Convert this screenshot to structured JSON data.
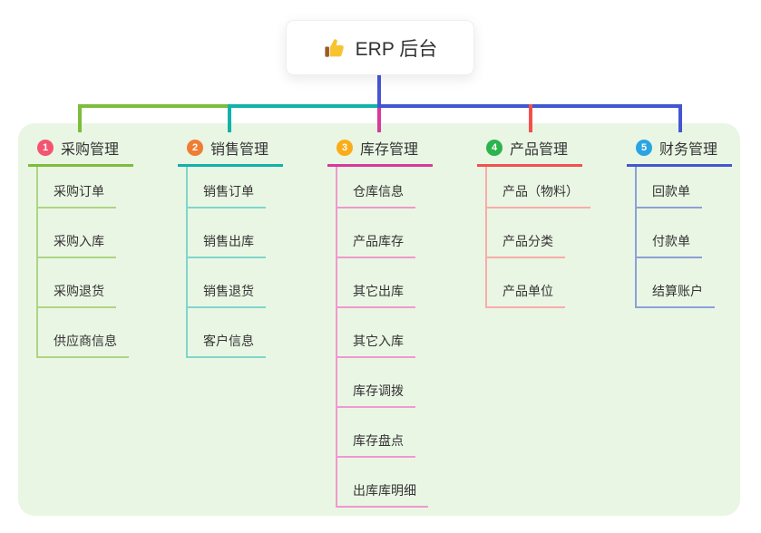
{
  "root": {
    "label": "ERP 后台",
    "icon": "thumbs-up"
  },
  "colors": {
    "canvas_bg": "#ffffff",
    "panel_bg": "#eaf6e4",
    "root_connector": "#4656d4",
    "text": "#333333"
  },
  "branches": [
    {
      "index": "1",
      "label": "采购管理",
      "color": "#7dbd3b",
      "light_color": "#aed584",
      "badge_color": "#f45470",
      "children": [
        "采购订单",
        "采购入库",
        "采购退货",
        "供应商信息"
      ]
    },
    {
      "index": "2",
      "label": "销售管理",
      "color": "#11b3a8",
      "light_color": "#7fd6cc",
      "badge_color": "#ef7d33",
      "children": [
        "销售订单",
        "销售出库",
        "销售退货",
        "客户信息"
      ]
    },
    {
      "index": "3",
      "label": "库存管理",
      "color": "#d63a9b",
      "light_color": "#ef99cd",
      "badge_color": "#fbac19",
      "children": [
        "仓库信息",
        "产品库存",
        "其它出库",
        "其它入库",
        "库存调拨",
        "库存盘点",
        "出库库明细"
      ]
    },
    {
      "index": "4",
      "label": "产品管理",
      "color": "#f0514e",
      "light_color": "#f9aca8",
      "badge_color": "#2db34d",
      "children": [
        "产品（物料）",
        "产品分类",
        "产品单位"
      ]
    },
    {
      "index": "5",
      "label": "财务管理",
      "color": "#4356d2",
      "light_color": "#8ca0da",
      "badge_color": "#2aa5e2",
      "children": [
        "回款单",
        "付款单",
        "结算账户"
      ]
    }
  ]
}
